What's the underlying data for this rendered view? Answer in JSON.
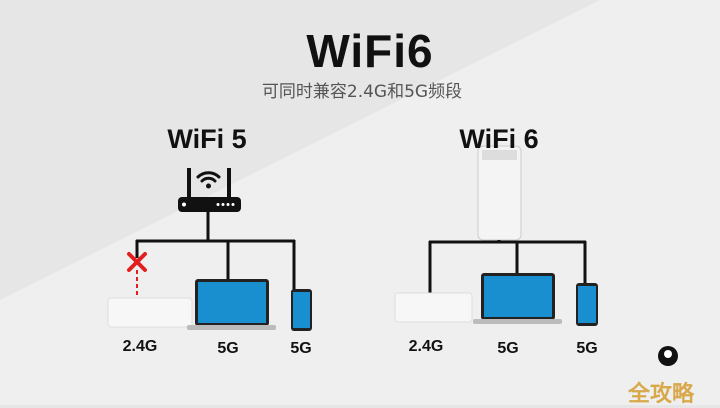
{
  "title": "WiFi6",
  "subtitle": "可同时兼容2.4G和5G频段",
  "left": {
    "heading": "WiFi 5",
    "devices": [
      {
        "label": "2.4G",
        "status": "blocked"
      },
      {
        "label": "5G"
      },
      {
        "label": "5G"
      }
    ]
  },
  "right": {
    "heading": "WiFi 6",
    "devices": [
      {
        "label": "2.4G"
      },
      {
        "label": "5G"
      },
      {
        "label": "5G"
      }
    ]
  },
  "watermark": "全攻略",
  "colors": {
    "line": "#111111",
    "blocked": "#e02020",
    "screen": "#1a8fd0"
  }
}
